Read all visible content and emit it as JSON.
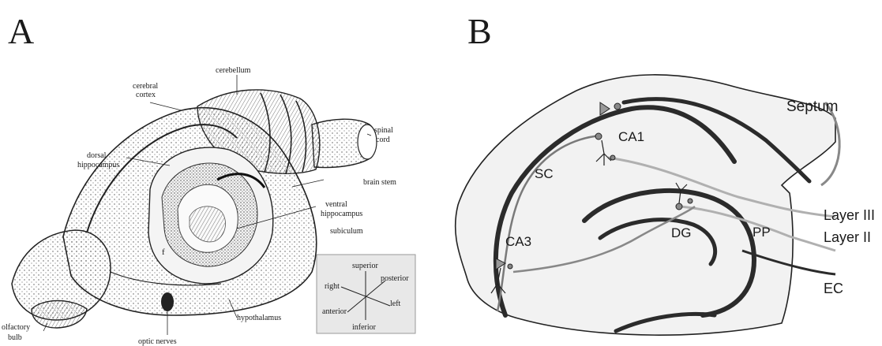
{
  "panel_a": {
    "label": "A",
    "annotations": {
      "cerebellum": "cerebellum",
      "cerebral_cortex_1": "cerebral",
      "cerebral_cortex_2": "cortex",
      "spinal_cord_1": "spinal",
      "spinal_cord_2": "cord",
      "dorsal_hippocampus_1": "dorsal",
      "dorsal_hippocampus_2": "hippocampus",
      "brain_stem": "brain stem",
      "ventral_hippocampus_1": "ventral",
      "ventral_hippocampus_2": "hippocampus",
      "subiculum": "subiculum",
      "fornix": "f",
      "hypothalamus": "hypothalamus",
      "olfactory_bulb_1": "olfactory",
      "olfactory_bulb_2": "bulb",
      "optic_nerves": "optic nerves"
    },
    "orientation_key": {
      "superior": "superior",
      "posterior": "posterior",
      "right": "right",
      "left": "left",
      "anterior": "anterior",
      "inferior": "inferior"
    }
  },
  "panel_b": {
    "label": "B",
    "labels": {
      "septum": "Septum",
      "ca1": "CA1",
      "sc": "SC",
      "ca3": "CA3",
      "dg": "DG",
      "pp": "PP",
      "layer3": "Layer III",
      "layer2": "Layer II",
      "ec": "EC"
    }
  }
}
